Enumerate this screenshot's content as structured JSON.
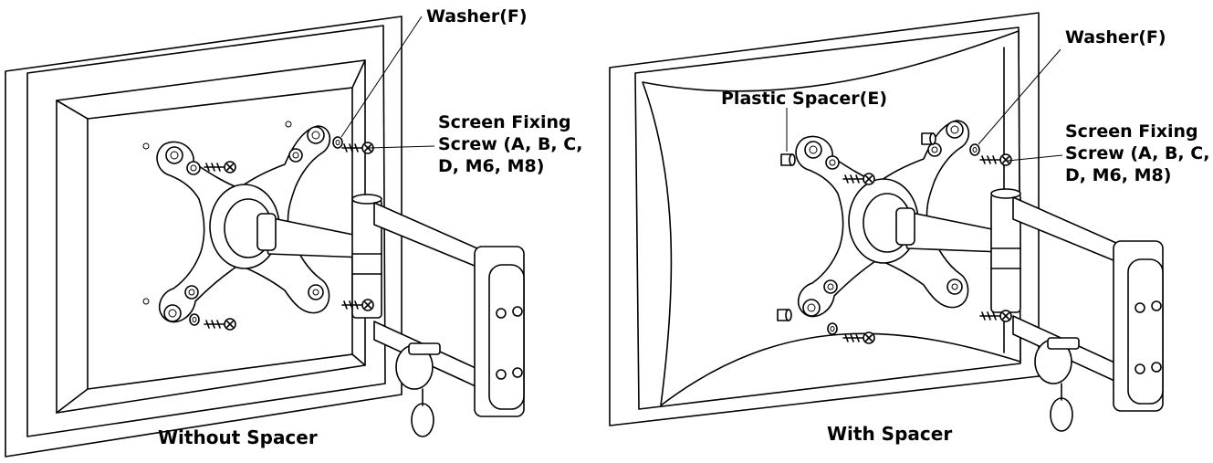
{
  "panels": [
    {
      "caption": "Without Spacer",
      "labels": {
        "washer": "Washer(F)",
        "screw": "Screen Fixing\nScrew (A, B, C,\nD, M6, M8)"
      }
    },
    {
      "caption": "With Spacer",
      "labels": {
        "spacer": "Plastic Spacer(E)",
        "washer": "Washer(F)",
        "screw": "Screen Fixing\nScrew (A, B, C,\nD, M6, M8)"
      }
    }
  ]
}
